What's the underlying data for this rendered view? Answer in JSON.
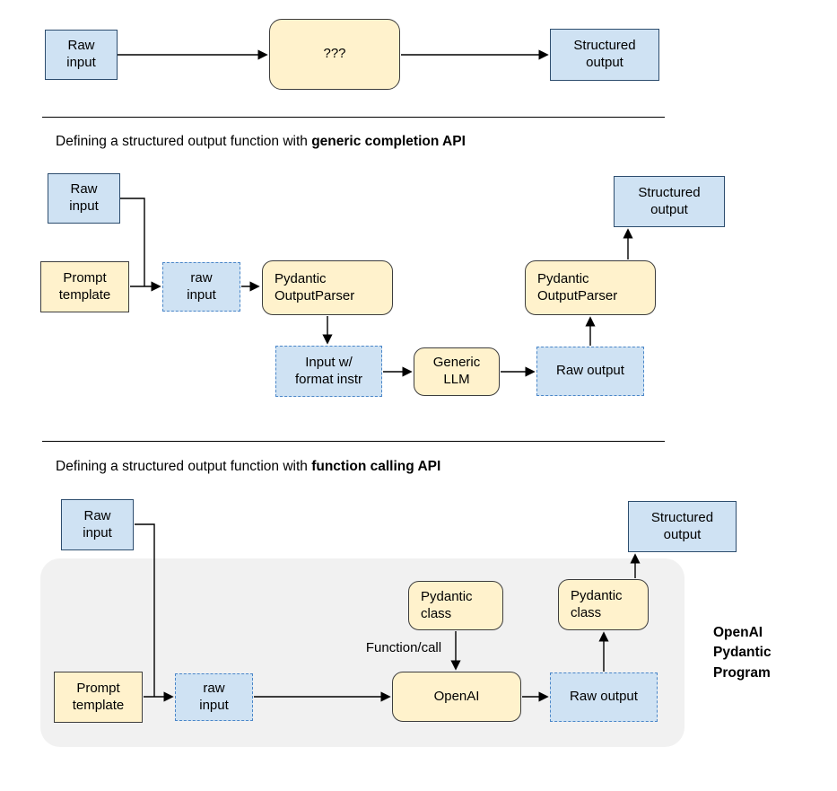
{
  "colors": {
    "blue_box_fill": "#cfe2f3",
    "blue_box_border": "#2d4d6e",
    "yellow_box_fill": "#fff2cc",
    "yellow_box_border": "#3d3d3d",
    "dashed_box_fill": "#cfe2f3",
    "dashed_box_border": "#4a86c8",
    "group_background": "#f1f1f1",
    "arrow_color": "#000000"
  },
  "section_basic": {
    "nodes": {
      "raw_input": "Raw\ninput",
      "mystery": "???",
      "structured_output": "Structured\noutput"
    }
  },
  "section_generic": {
    "title_prefix": "Defining a structured output function with ",
    "title_bold": "generic completion API",
    "nodes": {
      "raw_input": "Raw\ninput",
      "prompt_template": "Prompt\ntemplate",
      "raw_input_var": "raw\ninput",
      "output_parser_in": "Pydantic\nOutputParser",
      "input_with_format": "Input w/\nformat instr",
      "generic_llm": "Generic\nLLM",
      "raw_output": "Raw output",
      "output_parser_out": "Pydantic\nOutputParser",
      "structured_output": "Structured\noutput"
    }
  },
  "section_function_calling": {
    "title_prefix": "Defining a structured output function with ",
    "title_bold": "function calling API",
    "nodes": {
      "raw_input": "Raw\ninput",
      "prompt_template": "Prompt\ntemplate",
      "raw_input_var": "raw\ninput",
      "pydantic_class_in": "Pydantic\nclass",
      "function_call": "Function/call",
      "openai": "OpenAI",
      "raw_output": "Raw output",
      "pydantic_class_out": "Pydantic\nclass",
      "structured_output": "Structured\noutput",
      "group_label": "OpenAI\nPydantic\nProgram"
    }
  }
}
